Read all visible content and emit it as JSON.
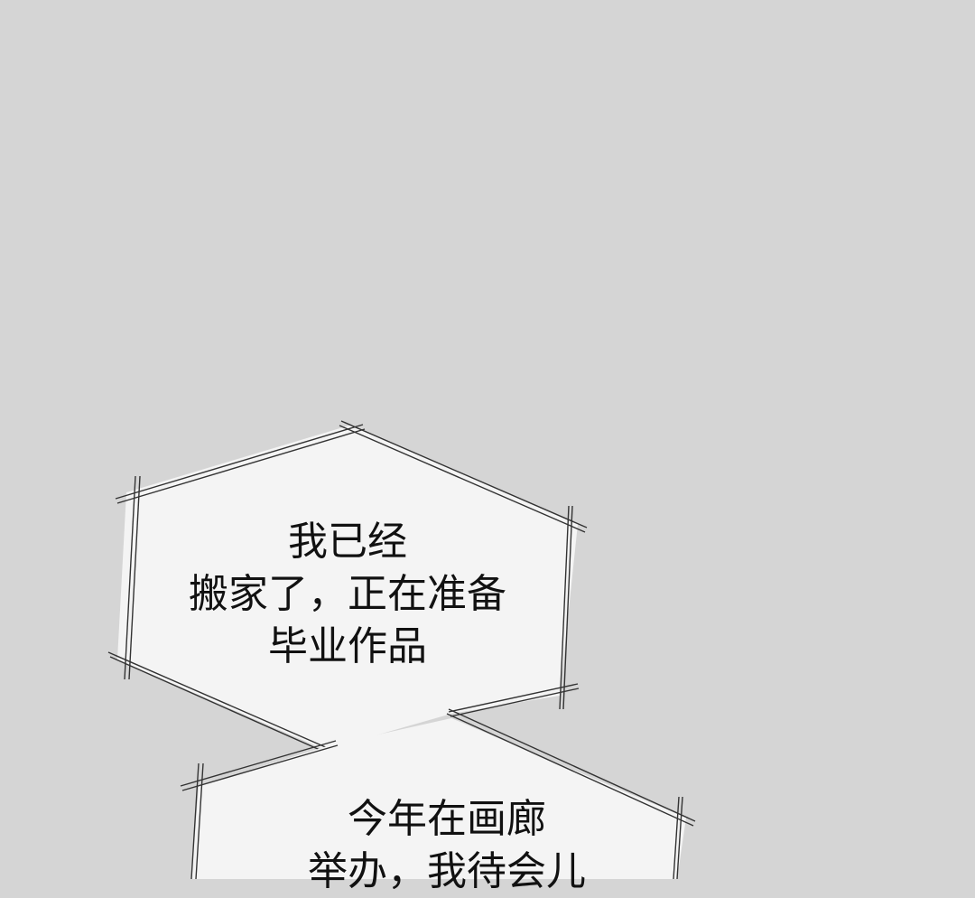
{
  "panel": {
    "background_color": "#d5d5d5",
    "bubble_fill": "#f4f4f4",
    "bubble_stroke": "#333333"
  },
  "bubble1": {
    "lines": [
      "我已经",
      "搬家了，正在准备",
      "毕业作品"
    ]
  },
  "bubble2": {
    "lines": [
      "今年在画廊",
      "举办，我待会儿"
    ]
  }
}
